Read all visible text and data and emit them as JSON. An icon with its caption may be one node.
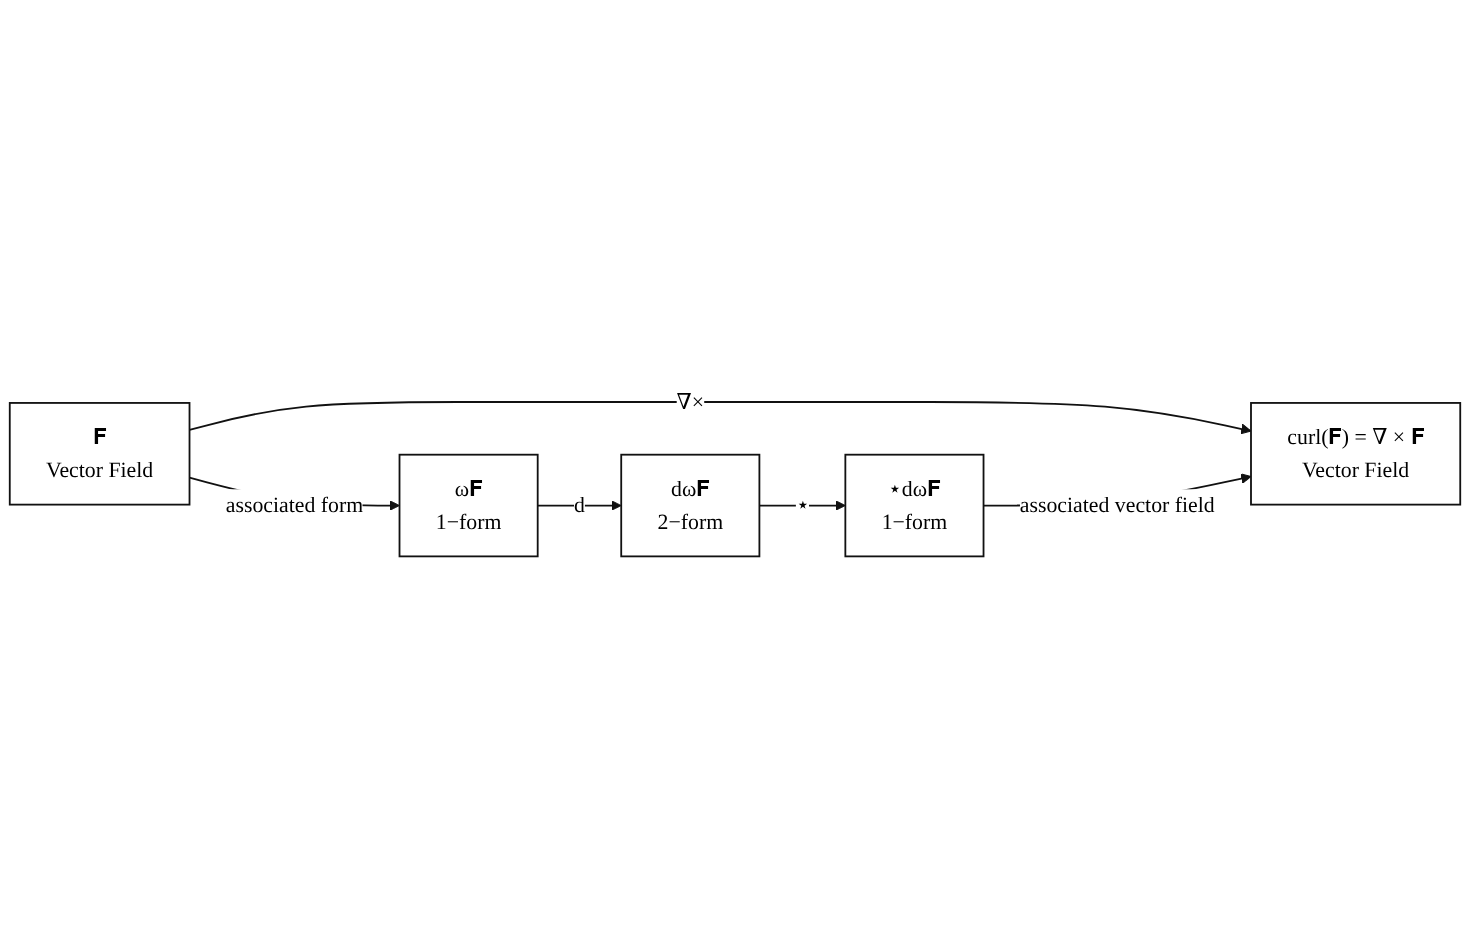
{
  "diagram": {
    "nodes": [
      {
        "text": [
          "𝐅",
          "Vector Field"
        ]
      },
      {
        "text": [
          "curl(𝐅) = ∇ × 𝐅",
          "Vector Field"
        ]
      },
      {
        "text": [
          "ω𝐅",
          "1−form"
        ]
      },
      {
        "text": [
          "dω𝐅",
          "2−form"
        ]
      },
      {
        "text": [
          "⋆dω𝐅",
          "1−form"
        ]
      }
    ],
    "edges": [
      {
        "from": 0,
        "to": 1,
        "arrow": "to",
        "label": "∇×"
      },
      {
        "from": 0,
        "to": 2,
        "arrow": "to",
        "label": "associated form"
      },
      {
        "from": 2,
        "to": 3,
        "arrow": "to",
        "label": "d"
      },
      {
        "from": 3,
        "to": 4,
        "arrow": "to",
        "label": "⋆"
      },
      {
        "from": 4,
        "to": 1,
        "arrow": "to",
        "label": "associated vector field"
      }
    ]
  }
}
